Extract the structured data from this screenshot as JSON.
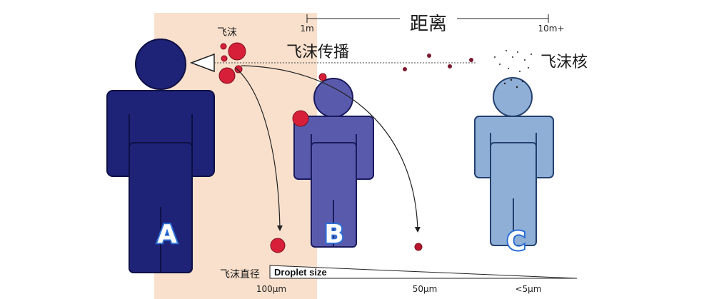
{
  "distance": {
    "label": "距离",
    "start": "1m",
    "end": "10m+"
  },
  "labels": {
    "droplet": "飞沫",
    "droplet_spread": "飞沫传播",
    "droplet_nuclei": "飞沫核",
    "droplet_diameter": "飞沫直径",
    "droplet_size": "Droplet size"
  },
  "people": [
    "A",
    "B",
    "C"
  ],
  "size_ticks": [
    "100μm",
    "50μm",
    "<5μm"
  ],
  "colors": {
    "zone": "#f9e0cc",
    "person_a": "#1f2377",
    "person_b": "#5a5aad",
    "person_c": "#8fafd6",
    "droplet": "#d81f3a",
    "small_droplet": "#7a1a2e",
    "letter_stroke": "#2b6fd6"
  }
}
